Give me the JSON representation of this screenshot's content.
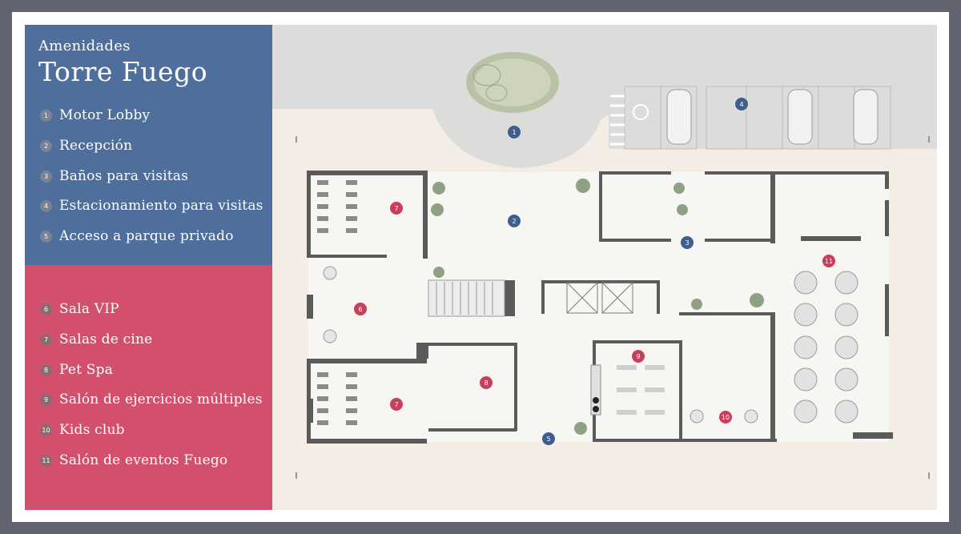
{
  "header": {
    "subtitle": "Amenidades",
    "title": "Torre Fuego"
  },
  "legend": {
    "group_a": [
      {
        "num": "1",
        "label": "Motor Lobby"
      },
      {
        "num": "2",
        "label": "Recepción"
      },
      {
        "num": "3",
        "label": "Baños para visitas"
      },
      {
        "num": "4",
        "label": "Estacionamiento para visitas"
      },
      {
        "num": "5",
        "label": "Acceso a parque privado"
      }
    ],
    "group_b": [
      {
        "num": "6",
        "label": "Sala VIP"
      },
      {
        "num": "7",
        "label": "Salas de cine"
      },
      {
        "num": "8",
        "label": "Pet Spa"
      },
      {
        "num": "9",
        "label": "Salón de ejercicios múltiples"
      },
      {
        "num": "10",
        "label": "Kids club"
      },
      {
        "num": "11",
        "label": "Salón de eventos Fuego"
      }
    ]
  },
  "markers": {
    "m1": "1",
    "m2": "2",
    "m3": "3",
    "m4": "4",
    "m5": "5",
    "m6": "6",
    "m7a": "7",
    "m7b": "7",
    "m8": "8",
    "m9": "9",
    "m10": "10",
    "m11": "11"
  },
  "colors": {
    "frame": "#5f6470",
    "panel_blue": "#4e6e9c",
    "panel_red": "#d3506c",
    "marker_blue": "#3e5f8e",
    "marker_red": "#c93e5a"
  }
}
